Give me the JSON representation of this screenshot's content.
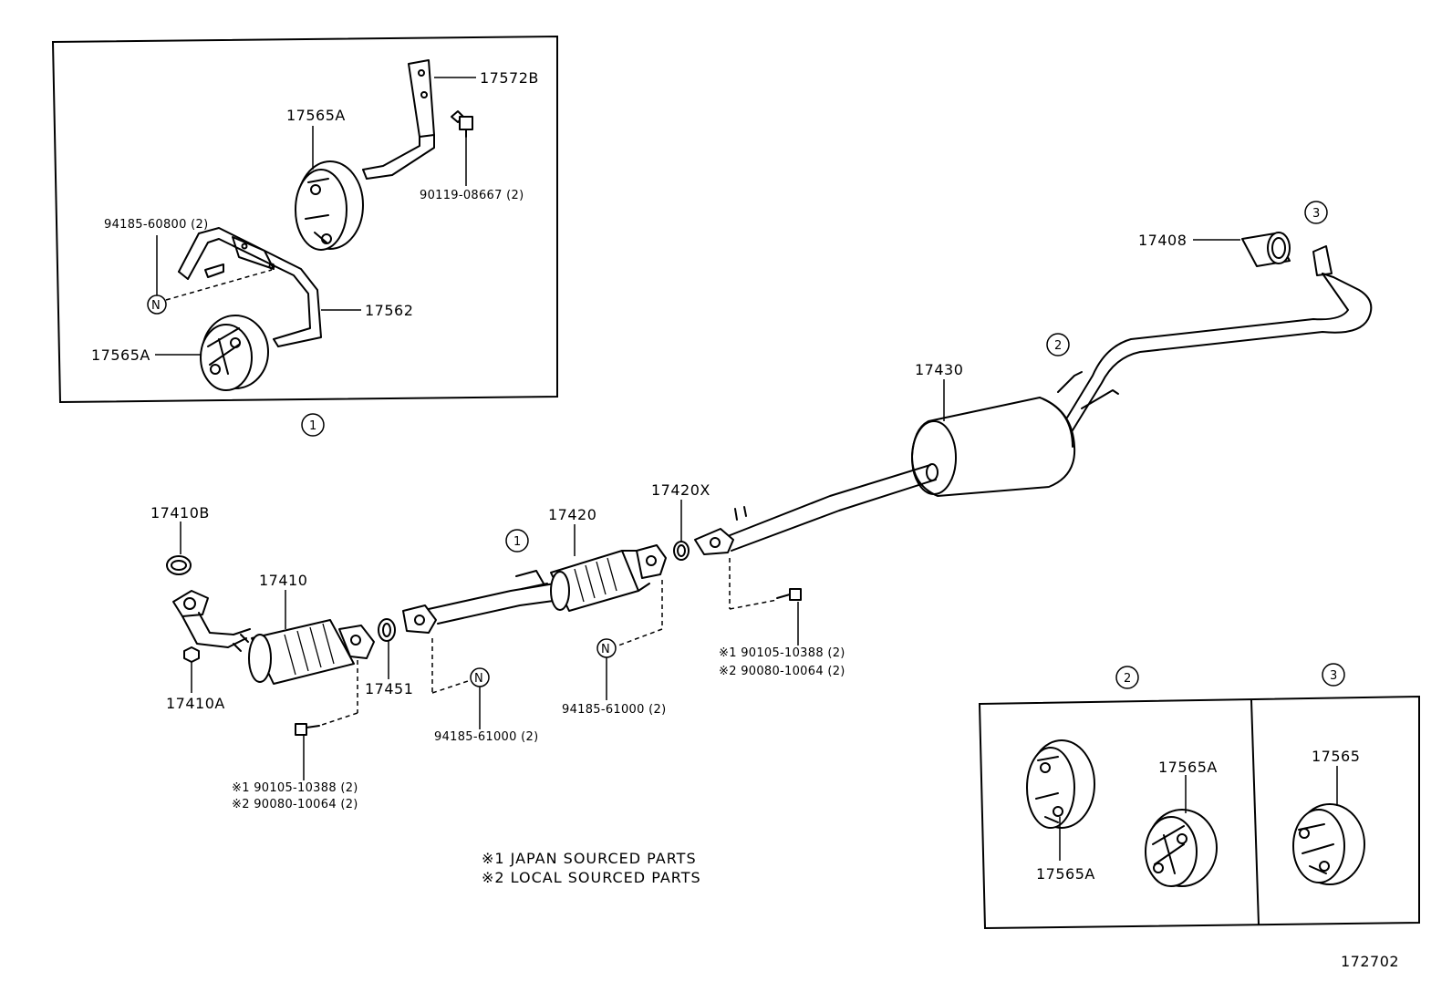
{
  "callouts": {
    "c1_box_part_17572B": "17572B",
    "c1_box_part_17565A_top": "17565A",
    "c1_box_bolt_90119": "90119-08667 (2)",
    "c1_box_nut_94185_60800": "94185-60800 (2)",
    "c1_box_hanger_17562": "17562",
    "c1_box_part_17565A_bottom": "17565A",
    "tailpipe_17408": "17408",
    "muffler_17430": "17430",
    "gasket_17420X": "17420X",
    "gasket_17410B": "17410B",
    "front_pipe_17410": "17410",
    "cat_converter_17420": "17420",
    "nut_17410A": "17410A",
    "gasket_17451": "17451",
    "nut_94185_61000_left": "94185-61000 (2)",
    "nut_94185_61000_mid": "94185-61000 (2)",
    "bolt_left_line1": "※1 90105-10388 (2)",
    "bolt_left_line2": "※2 90080-10064 (2)",
    "bolt_right_line1": "※1 90105-10388 (2)",
    "bolt_right_line2": "※2 90080-10064 (2)",
    "c2_box_part_17565A_left": "17565A",
    "c2_box_part_17565A_right": "17565A",
    "c3_box_part_17565": "17565"
  },
  "circle_refs": {
    "ref1_box": "1",
    "ref1_pipe": "1",
    "ref2_box": "2",
    "ref2_pipe": "2",
    "ref3_box": "3",
    "ref3_pipe": "3",
    "nut_symbol": "N"
  },
  "notes": {
    "line1": "※1  JAPAN SOURCED PARTS",
    "line2": "※2  LOCAL SOURCED PARTS"
  },
  "diagram_id": "172702"
}
